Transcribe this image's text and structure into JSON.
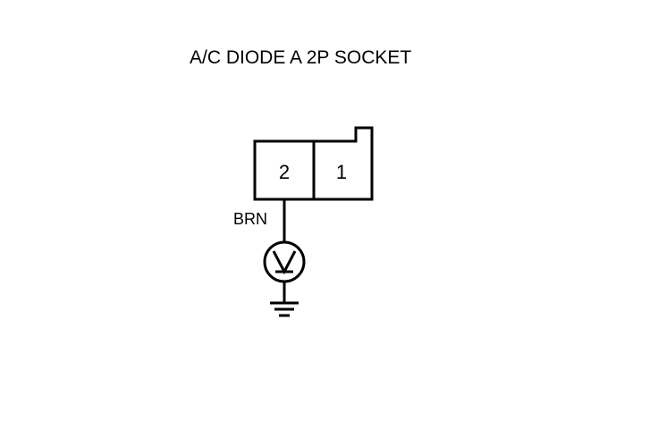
{
  "title": "A/C DIODE A 2P SOCKET",
  "connector": {
    "pins": [
      {
        "number": "2"
      },
      {
        "number": "1"
      }
    ]
  },
  "wire": {
    "color_label": "BRN"
  },
  "symbols": {
    "meter": "voltmeter-icon",
    "ground": "ground-icon"
  },
  "colors": {
    "line": "#000000",
    "background": "#ffffff"
  }
}
